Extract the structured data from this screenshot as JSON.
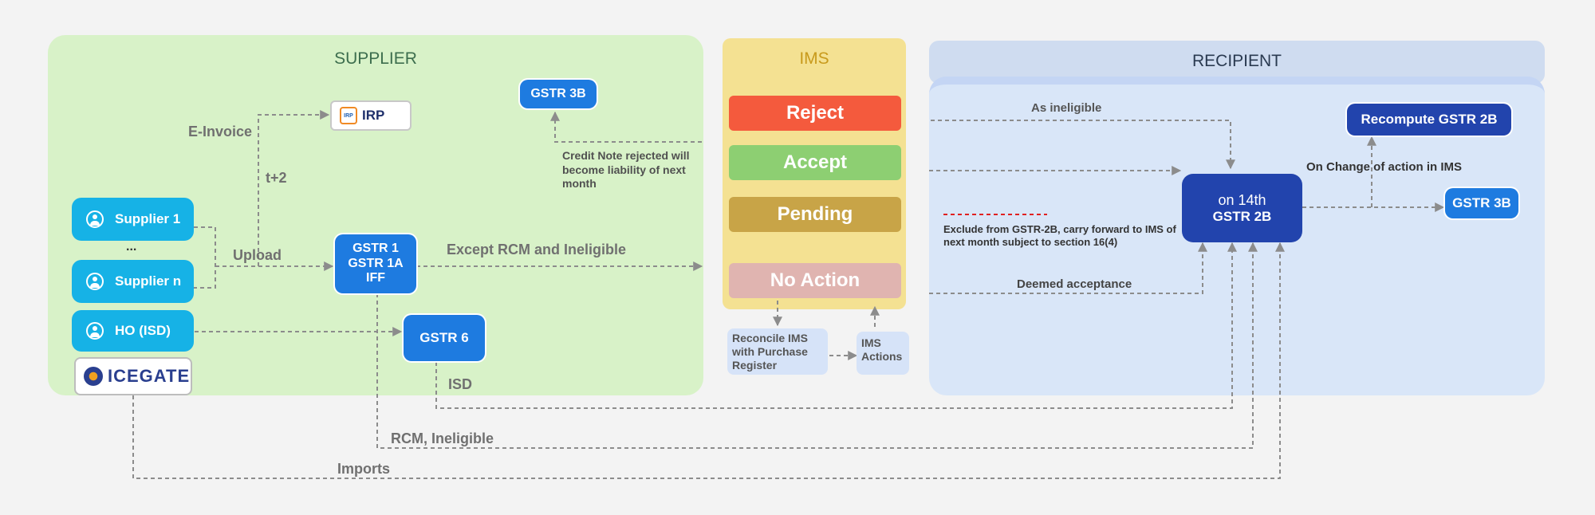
{
  "colors": {
    "background": "#f3f3f3",
    "supplier_panel": "#d8f2c8",
    "ims_panel": "#f4e192",
    "recipient_panel": "#d9e6f8",
    "reject": "#f45a3d",
    "accept": "#8dcf72",
    "pending": "#c8a447",
    "no_action": "#e0b4b0",
    "node_blue": "#1e7be0",
    "node_cyan": "#16b2e6",
    "node_navy": "#2244ad",
    "connector": "#8c8c8c",
    "red_dash": "#e02020"
  },
  "supplier": {
    "title": "SUPPLIER",
    "suppliers": [
      {
        "label": "Supplier 1",
        "icon": "person-icon"
      },
      {
        "label": "Supplier n",
        "icon": "person-icon"
      },
      {
        "label": "HO (ISD)",
        "icon": "person-icon"
      }
    ],
    "ellipsis": "...",
    "icegate_logo": "ICEGATE",
    "irp_label": "IRP",
    "irp_logo_text": "IRP",
    "gstr3b_label": "GSTR 3B",
    "gstr1_lines": [
      "GSTR 1",
      "GSTR 1A",
      "IFF"
    ],
    "gstr6_label": "GSTR 6",
    "labels": {
      "einvoice": "E-Invoice",
      "t2": "t+2",
      "upload": "Upload",
      "except": "Except RCM and Ineligible",
      "credit_note": "Credit Note rejected will become liability of next month",
      "isd": "ISD"
    }
  },
  "ims": {
    "title": "IMS",
    "actions": [
      {
        "label": "Reject",
        "color": "#f45a3d"
      },
      {
        "label": "Accept",
        "color": "#8dcf72"
      },
      {
        "label": "Pending",
        "color": "#c8a447"
      },
      {
        "label": "No Action",
        "color": "#e0b4b0"
      }
    ],
    "reconcile": "Reconcile IMS with Purchase Register",
    "ims_actions": "IMS Actions"
  },
  "recipient": {
    "title": "RECIPIENT",
    "gstr2b_line1": "on 14th",
    "gstr2b_line2": "GSTR 2B",
    "recompute": "Recompute GSTR 2B",
    "gstr3b_label": "GSTR 3B",
    "labels": {
      "as_ineligible": "As ineligible",
      "on_change": "On Change of action in IMS",
      "exclude": "Exclude from GSTR-2B, carry forward to  IMS of next month subject to  section 16(4)",
      "deemed": "Deemed acceptance"
    }
  },
  "bottom": {
    "rcm": "RCM, Ineligible",
    "imports": "Imports"
  }
}
